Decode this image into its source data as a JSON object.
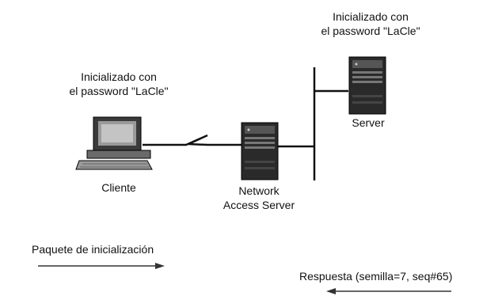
{
  "labels": {
    "server_caption": "Inicializado con\nel password \"LaCle\"",
    "client_caption": "Inicializado con\nel password \"LaCle\"",
    "server": "Server",
    "client": "Cliente",
    "nas_line1": "Network",
    "nas_line2": "Access Server",
    "packet_init": "Paquete de inicialización",
    "response": "Respuesta   (semilla=7, seq#65)"
  },
  "icons": [
    "computer-icon",
    "server-icon",
    "network-access-server-icon",
    "serial-link-icon"
  ]
}
